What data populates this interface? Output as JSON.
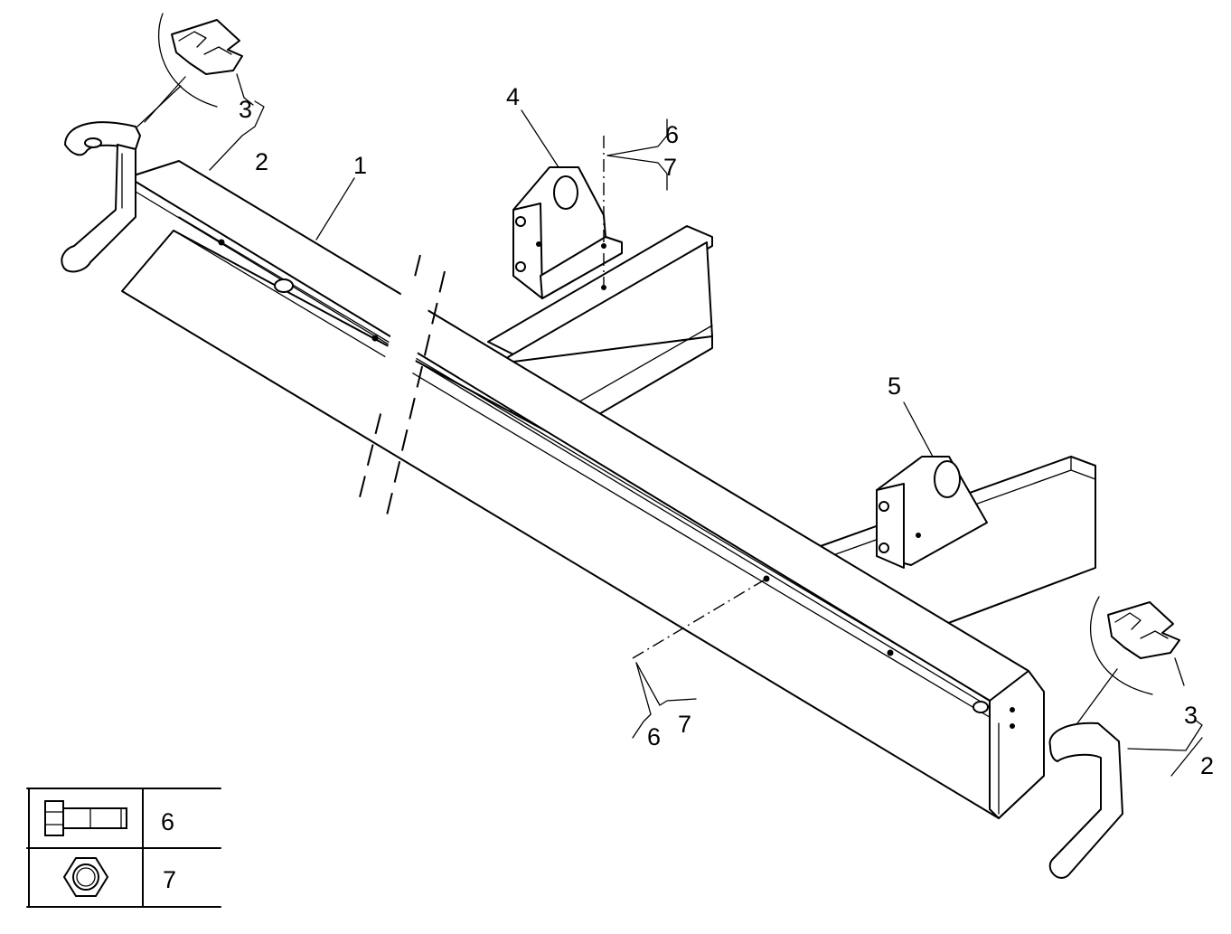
{
  "callouts": {
    "p1": "1",
    "p2_left": "2",
    "p3_left": "3",
    "p4": "4",
    "p5": "5",
    "p6_top": "6",
    "p7_top": "7",
    "p6_bottom": "6",
    "p7_bottom": "7",
    "p3_right": "3",
    "p2_right": "2"
  },
  "legend": {
    "rows": [
      {
        "icon": "hex-bolt-icon",
        "number": "6"
      },
      {
        "icon": "hex-nut-icon",
        "number": "7"
      }
    ]
  }
}
